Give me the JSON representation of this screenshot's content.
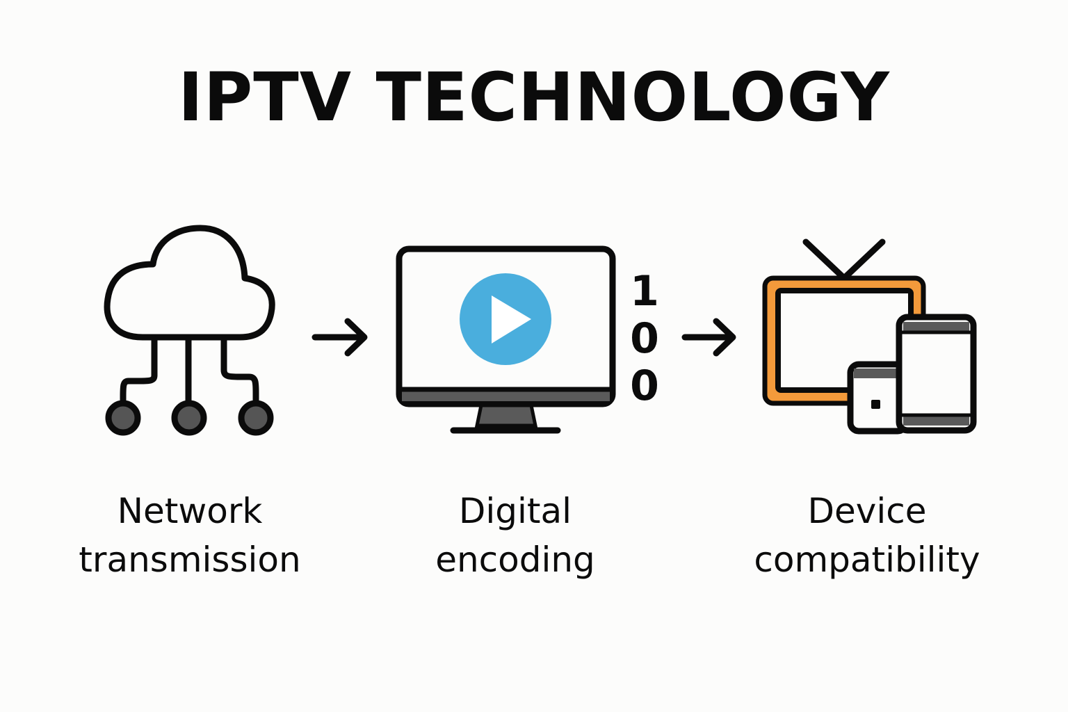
{
  "title": "IPTV TECHNOLOGY",
  "steps": [
    {
      "line1": "Network",
      "line2": "transmission",
      "icon": "cloud-network-icon"
    },
    {
      "line1": "Digital",
      "line2": "encoding",
      "icon": "monitor-play-icon"
    },
    {
      "line1": "Device",
      "line2": "compatibility",
      "icon": "devices-icon"
    }
  ],
  "bits": [
    "1",
    "0",
    "0"
  ],
  "colors": {
    "stroke": "#0b0b0b",
    "node_fill": "#555555",
    "play": "#4aaedd",
    "tv_accent": "#f39a3b",
    "screen_bar": "#5a5a5a"
  }
}
